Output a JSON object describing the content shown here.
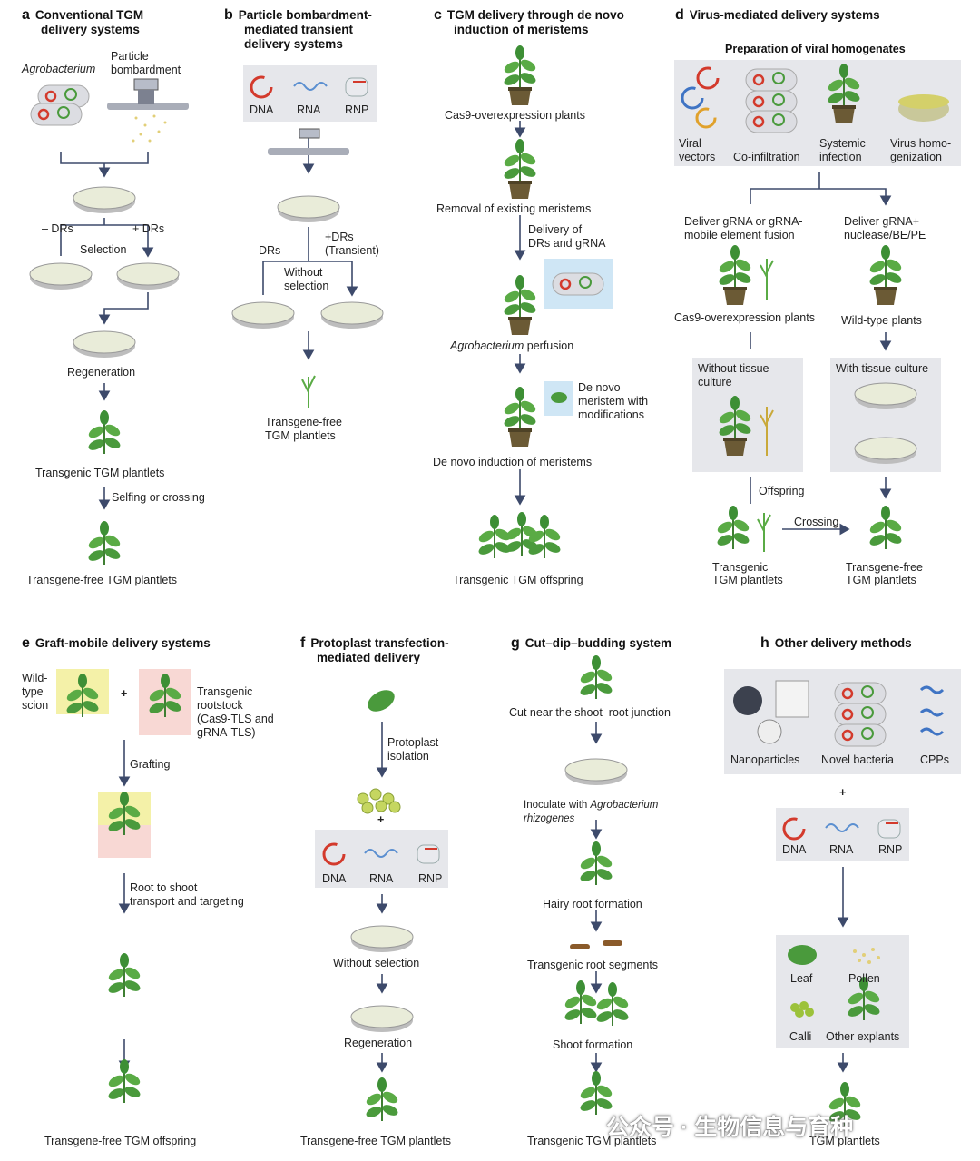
{
  "panels": {
    "a": {
      "letter": "a",
      "title1": "Conventional TGM",
      "title2": "delivery systems",
      "agro": "Agrobacterium",
      "pb1": "Particle",
      "pb2": "bombardment",
      "minus_drs": "– DRs",
      "plus_drs": "+ DRs",
      "selection": "Selection",
      "regeneration": "Regeneration",
      "transgenic": "Transgenic TGM plantlets",
      "selfing": "Selfing or crossing",
      "free": "Transgene-free TGM plantlets"
    },
    "b": {
      "letter": "b",
      "title1": "Particle bombardment-",
      "title2": "mediated transient",
      "title3": "delivery systems",
      "dna": "DNA",
      "rna": "RNA",
      "rnp": "RNP",
      "minus_drs": "–DRs",
      "plus_drs1": "+DRs",
      "plus_drs2": "(Transient)",
      "without1": "Without",
      "without2": "selection",
      "free1": "Transgene-free",
      "free2": "TGM plantlets"
    },
    "c": {
      "letter": "c",
      "title1": "TGM delivery through de novo",
      "title2": "induction of meristems",
      "cas9": "Cas9-overexpression plants",
      "removal": "Removal of existing meristems",
      "delivery1": "Delivery of",
      "delivery2": "DRs and gRNA",
      "agro": "Agrobacterium",
      "perfusion": " perfusion",
      "denovo1": "De novo",
      "denovo2": "meristem with",
      "denovo3": "modifications",
      "induction": "De novo induction of meristems",
      "offspring": "Transgenic TGM offspring"
    },
    "d": {
      "letter": "d",
      "title": "Virus-mediated delivery systems",
      "prep": "Preparation of viral homogenates",
      "viral1": "Viral",
      "viral2": "vectors",
      "coinf": "Co-infiltration",
      "sys1": "Systemic",
      "sys2": "infection",
      "virus1": "Virus homo-",
      "virus2": "genization",
      "deliver_l1": "Deliver gRNA or gRNA-",
      "deliver_l2": "mobile element fusion",
      "deliver_r1": "Deliver gRNA+",
      "deliver_r2": "nuclease/BE/PE",
      "cas9": "Cas9-overexpression plants",
      "wild": "Wild-type plants",
      "without1": "Without tissue",
      "without2": "culture",
      "with": "With tissue culture",
      "offspring": "Offspring",
      "crossing": "Crossing",
      "trans1": "Transgenic",
      "trans2": "TGM plantlets",
      "free1": "Transgene-free",
      "free2": "TGM plantlets"
    },
    "e": {
      "letter": "e",
      "title": "Graft-mobile delivery systems",
      "wild1": "Wild-",
      "wild2": "type",
      "wild3": "scion",
      "plus": "+",
      "root1": "Transgenic",
      "root2": "rootstock",
      "root3": "(Cas9-TLS and",
      "root4": "gRNA-TLS)",
      "grafting": "Grafting",
      "transport1": "Root to shoot",
      "transport2": "transport and targeting",
      "free": "Transgene-free TGM offspring"
    },
    "f": {
      "letter": "f",
      "title1": "Protoplast transfection-",
      "title2": "mediated delivery",
      "iso1": "Protoplast",
      "iso2": "isolation",
      "plus": "+",
      "dna": "DNA",
      "rna": "RNA",
      "rnp": "RNP",
      "without": "Without selection",
      "regeneration": "Regeneration",
      "free": "Transgene-free TGM plantlets"
    },
    "g": {
      "letter": "g",
      "title": "Cut–dip–budding system",
      "cut": "Cut near the shoot–root junction",
      "inoc1": "Inoculate with ",
      "inoc_agro": "Agrobacterium",
      "inoc2": "rhizogenes",
      "hairy": "Hairy root formation",
      "segments": "Transgenic root segments",
      "shoot": "Shoot formation",
      "final": "Transgenic TGM plantlets"
    },
    "h": {
      "letter": "h",
      "title": "Other delivery methods",
      "nano": "Nanoparticles",
      "bact": "Novel bacteria",
      "cpps": "CPPs",
      "plus": "+",
      "dna": "DNA",
      "rna": "RNA",
      "rnp": "RNP",
      "leaf": "Leaf",
      "pollen": "Pollen",
      "calli": "Calli",
      "explants": "Other explants",
      "final": "TGM plantlets"
    }
  },
  "watermark": "公众号 · 生物信息与育种",
  "colors": {
    "arrow": "#3d4a6b",
    "box": "#e6e7eb",
    "leaf": "#4a9a3c",
    "leaf_dark": "#2f7a2e",
    "pot": "#6b5a35",
    "dna": "#d33a2c",
    "highlight_blue": "#cfe6f5",
    "scion_yellow": "#f4f1a8",
    "rootstock_pink": "#f8d8d4"
  }
}
